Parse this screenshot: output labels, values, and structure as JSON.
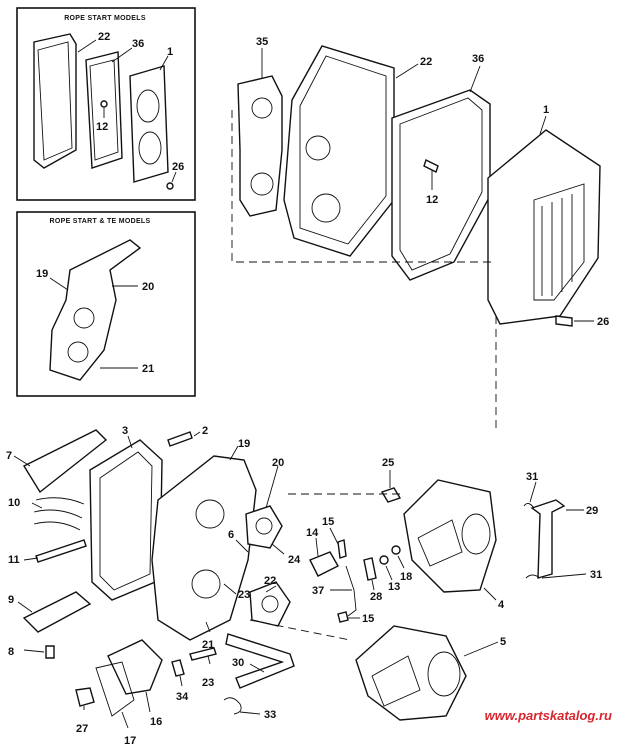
{
  "insets": {
    "rope_start_models": "ROPE START MODELS",
    "rope_start_te_models": "ROPE START & TE MODELS"
  },
  "callouts": {
    "inset1_22": "22",
    "inset1_36": "36",
    "inset1_1": "1",
    "inset1_12": "12",
    "inset1_26": "26",
    "inset2_19": "19",
    "inset2_20": "20",
    "inset2_21": "21",
    "main_35": "35",
    "main_22": "22",
    "main_36": "36",
    "main_1": "1",
    "main_12": "12",
    "main_26": "26",
    "lower_2": "2",
    "lower_3": "3",
    "lower_7": "7",
    "lower_10": "10",
    "lower_11": "11",
    "lower_9": "9",
    "lower_8": "8",
    "lower_19": "19",
    "lower_20": "20",
    "lower_6": "6",
    "lower_24": "24",
    "lower_23a": "23",
    "lower_22": "22",
    "lower_21": "21",
    "lower_23b": "23",
    "lower_34": "34",
    "lower_16": "16",
    "lower_27": "27",
    "lower_17": "17",
    "lower_25": "25",
    "lower_14": "14",
    "lower_15a": "15",
    "lower_37": "37",
    "lower_15b": "15",
    "lower_28": "28",
    "lower_13": "13",
    "lower_18": "18",
    "lower_4": "4",
    "lower_5": "5",
    "lower_30": "30",
    "lower_33": "33",
    "lower_31a": "31",
    "lower_29": "29",
    "lower_31b": "31"
  },
  "watermark": "www.partskatalog.ru",
  "colors": {
    "ink": "#111111",
    "watermark": "#d8262f",
    "background": "#ffffff"
  }
}
